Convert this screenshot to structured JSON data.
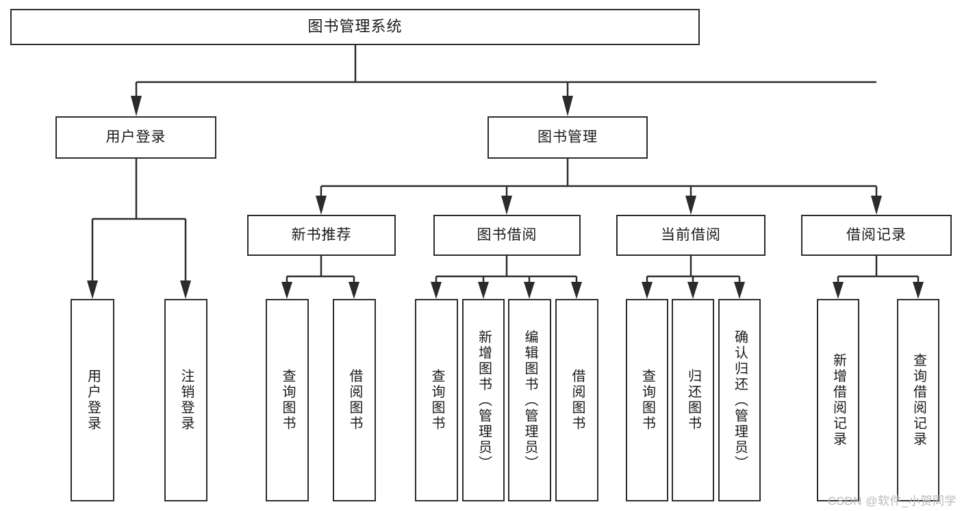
{
  "diagram": {
    "type": "tree",
    "title": "图书管理系统",
    "watermark": "CSDN @软件_小贺同学",
    "root": {
      "label": "图书管理系统"
    },
    "level2": [
      {
        "label": "用户登录"
      },
      {
        "label": "图书管理"
      }
    ],
    "level3": [
      {
        "label": "新书推荐"
      },
      {
        "label": "图书借阅"
      },
      {
        "label": "当前借阅"
      },
      {
        "label": "借阅记录"
      }
    ],
    "leaves": {
      "user_login": [
        {
          "label": "用户登录"
        },
        {
          "label": "注销登录"
        }
      ],
      "new_book_recommend": [
        {
          "label": "查询图书"
        },
        {
          "label": "借阅图书"
        }
      ],
      "book_borrow": [
        {
          "label": "查询图书"
        },
        {
          "label": "新增图书（管理员）"
        },
        {
          "label": "编辑图书（管理员）"
        },
        {
          "label": "借阅图书"
        }
      ],
      "current_borrow": [
        {
          "label": "查询图书"
        },
        {
          "label": "归还图书"
        },
        {
          "label": "确认归还（管理员）"
        }
      ],
      "borrow_record": [
        {
          "label": "新增借阅记录"
        },
        {
          "label": "查询借阅记录"
        }
      ]
    },
    "colors": {
      "stroke": "#2b2b2b",
      "fill": "#ffffff",
      "text": "#1a1a1a",
      "watermark": "#b8b8b8"
    }
  }
}
